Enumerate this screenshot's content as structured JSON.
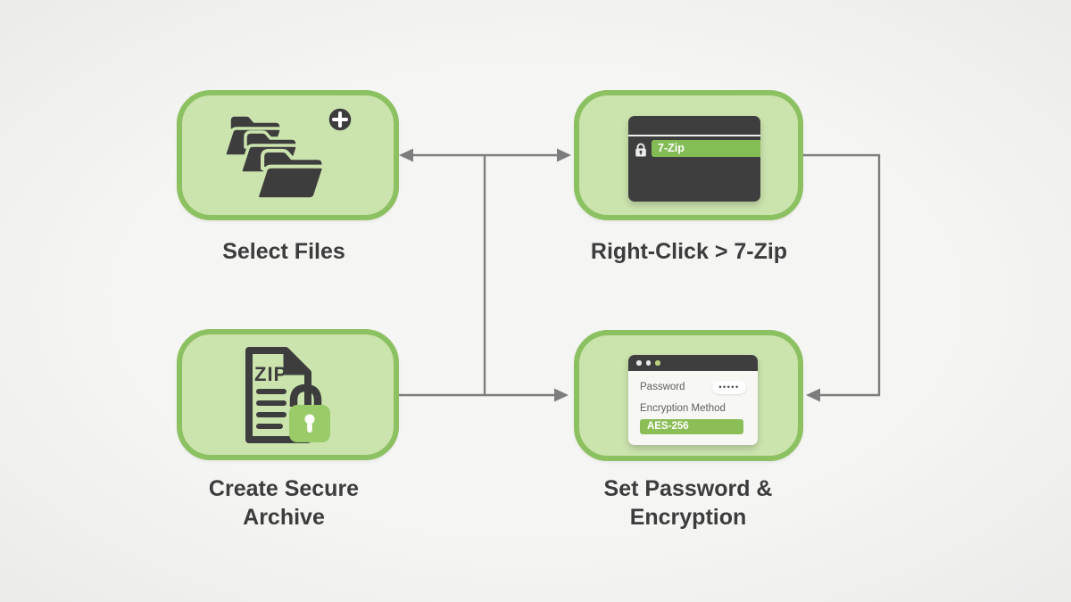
{
  "diagram": {
    "background": "#f3f3f1",
    "nodes": [
      {
        "id": "select-files",
        "label": "Select Files",
        "icon": "folders-add-icon"
      },
      {
        "id": "right-click-7zip",
        "label": "Right-Click > 7-Zip",
        "icon": "context-menu-mockup",
        "menu": {
          "item_label": "7-Zip",
          "item_icon": "lock-icon"
        }
      },
      {
        "id": "create-secure-archive",
        "label": "Create Secure Archive",
        "icon": "zip-document-lock-icon",
        "file_text": "ZIP"
      },
      {
        "id": "set-password-encryption",
        "label": "Set Password & Encryption",
        "icon": "password-dialog-mockup",
        "dialog": {
          "password_label": "Password",
          "password_value": "•••••",
          "encryption_label": "Encryption Method",
          "encryption_value": "AES-256"
        }
      }
    ],
    "connections": [
      {
        "from": "select-files",
        "to": "right-click-7zip",
        "style": "double-headed-arrow"
      },
      {
        "from": "create-secure-archive",
        "to": "set-password-encryption",
        "style": "arrow"
      },
      {
        "from": "right-click-7zip",
        "to": "set-password-encryption",
        "style": "elbow-arrow-right-side"
      },
      {
        "from": "top-arrow-midpoint",
        "to": "bottom-arrow-midpoint",
        "style": "plain-line"
      }
    ],
    "colors": {
      "card_fill": "#cbe3ad",
      "card_border": "#8cc162",
      "dark_icon": "#3d3d3d",
      "highlight_green": "#84bd55",
      "lock_green": "#99cb68",
      "arrow_gray": "#7d7d7d",
      "label_text": "#3c3c3c"
    }
  }
}
